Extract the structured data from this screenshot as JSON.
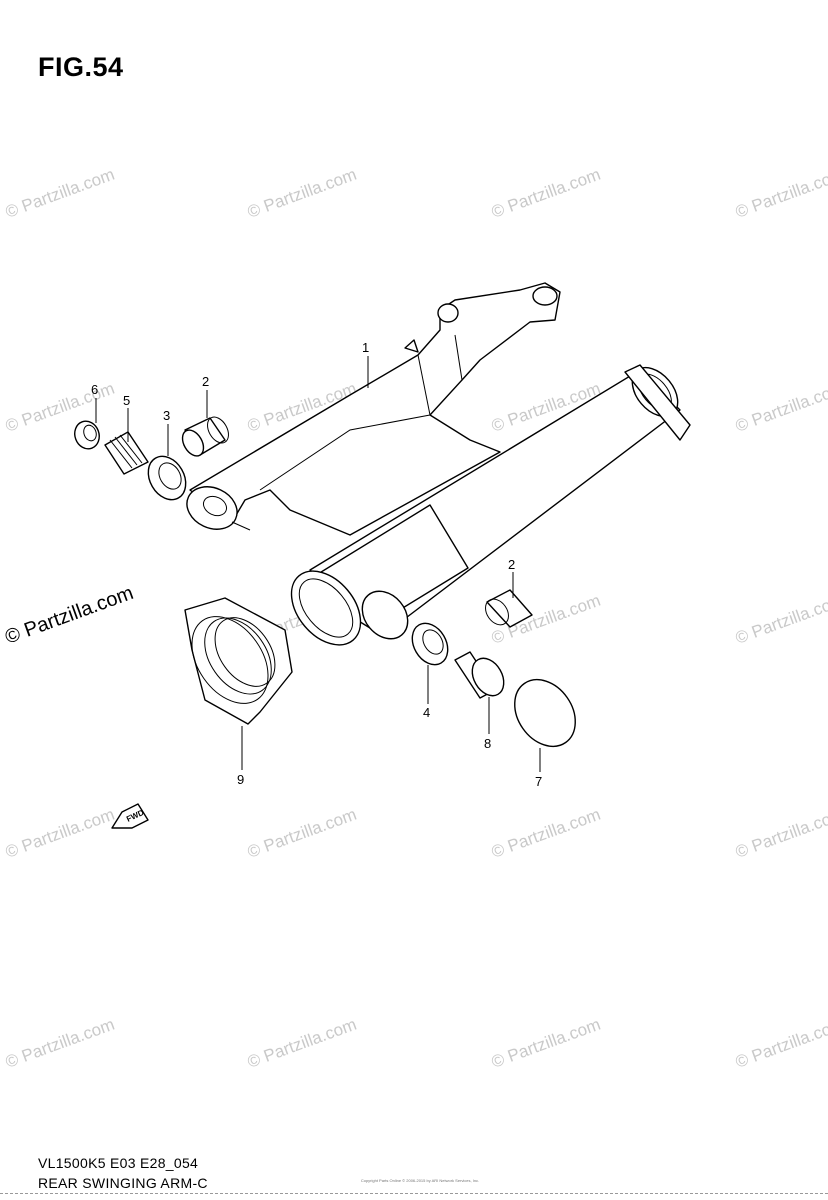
{
  "figure": {
    "title": "FIG.54",
    "code": "VL1500K5 E03 E28_054",
    "name": "REAR SWINGING ARM-C",
    "copyright_small": "Copyright Parts Online © 2006-2015 by ARI Network Services, Inc."
  },
  "watermark": {
    "text": "© Partzilla.com"
  },
  "callouts": [
    {
      "id": "1",
      "label": "1",
      "part": "swinging-arm"
    },
    {
      "id": "2a",
      "label": "2",
      "part": "bearing-upper"
    },
    {
      "id": "3",
      "label": "3",
      "part": "bearing-ball"
    },
    {
      "id": "5",
      "label": "5",
      "part": "pivot-bolt"
    },
    {
      "id": "6",
      "label": "6",
      "part": "nut"
    },
    {
      "id": "2b",
      "label": "2",
      "part": "bearing-lower"
    },
    {
      "id": "4",
      "label": "4",
      "part": "oil-seal"
    },
    {
      "id": "8",
      "label": "8",
      "part": "plug"
    },
    {
      "id": "7",
      "label": "7",
      "part": "cap"
    },
    {
      "id": "9",
      "label": "9",
      "part": "boot"
    }
  ],
  "fwd_marker": "FWD"
}
